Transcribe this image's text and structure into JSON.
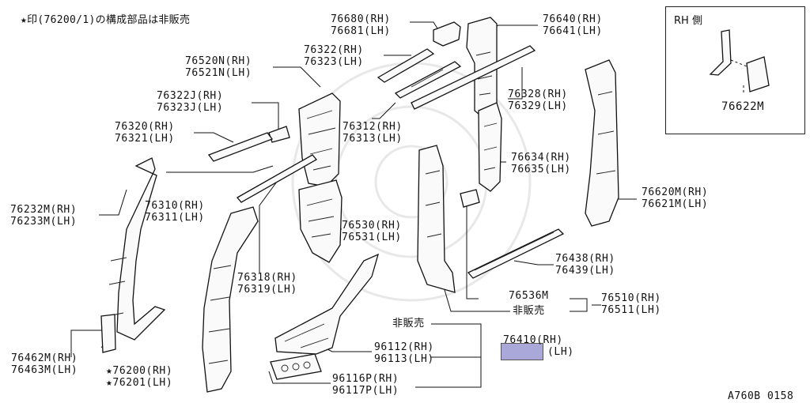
{
  "note": "★印(76200/1)の構成部品は非販売",
  "inset": {
    "title": "RH 側",
    "part": "76622M"
  },
  "labels": [
    {
      "rh": "76680(RH)",
      "lh": "76681(LH)"
    },
    {
      "rh": "76640(RH)",
      "lh": "76641(LH)"
    },
    {
      "rh": "76322(RH)",
      "lh": "76323(LH)"
    },
    {
      "rh": "76520N(RH)",
      "lh": "76521N(LH)"
    },
    {
      "rh": "76322J(RH)",
      "lh": "76323J(LH)"
    },
    {
      "rh": "76328(RH)",
      "lh": "76329(LH)"
    },
    {
      "rh": "76320(RH)",
      "lh": "76321(LH)"
    },
    {
      "rh": "76312(RH)",
      "lh": "76313(LH)"
    },
    {
      "rh": "76634(RH)",
      "lh": "76635(LH)"
    },
    {
      "rh": "76310(RH)",
      "lh": "76311(LH)"
    },
    {
      "rh": "76232M(RH)",
      "lh": "76233M(LH)"
    },
    {
      "rh": "76620M(RH)",
      "lh": "76621M(LH)"
    },
    {
      "rh": "76530(RH)",
      "lh": "76531(LH)"
    },
    {
      "rh": "76438(RH)",
      "lh": "76439(LH)"
    },
    {
      "rh": "76318(RH)",
      "lh": "76319(LH)"
    },
    {
      "rh": "76510(RH)",
      "lh": "76511(LH)"
    },
    {
      "rh": "76462M(RH)",
      "lh": "76463M(LH)"
    },
    {
      "rh": "96112(RH)",
      "lh": "96113(LH)"
    },
    {
      "rh": "76410(RH)",
      "lh": "(LH)"
    },
    {
      "rh": "★76200(RH)",
      "lh": "★76201(LH)"
    },
    {
      "rh": "96116P(RH)",
      "lh": "96117P(LH)"
    }
  ],
  "single_labels": {
    "part_76536m": "76536M",
    "not_sold_1": "非販売",
    "not_sold_2": "非販売"
  },
  "diagram_code": "A760B 0158",
  "colors": {
    "highlight": "#a9a8d8"
  }
}
